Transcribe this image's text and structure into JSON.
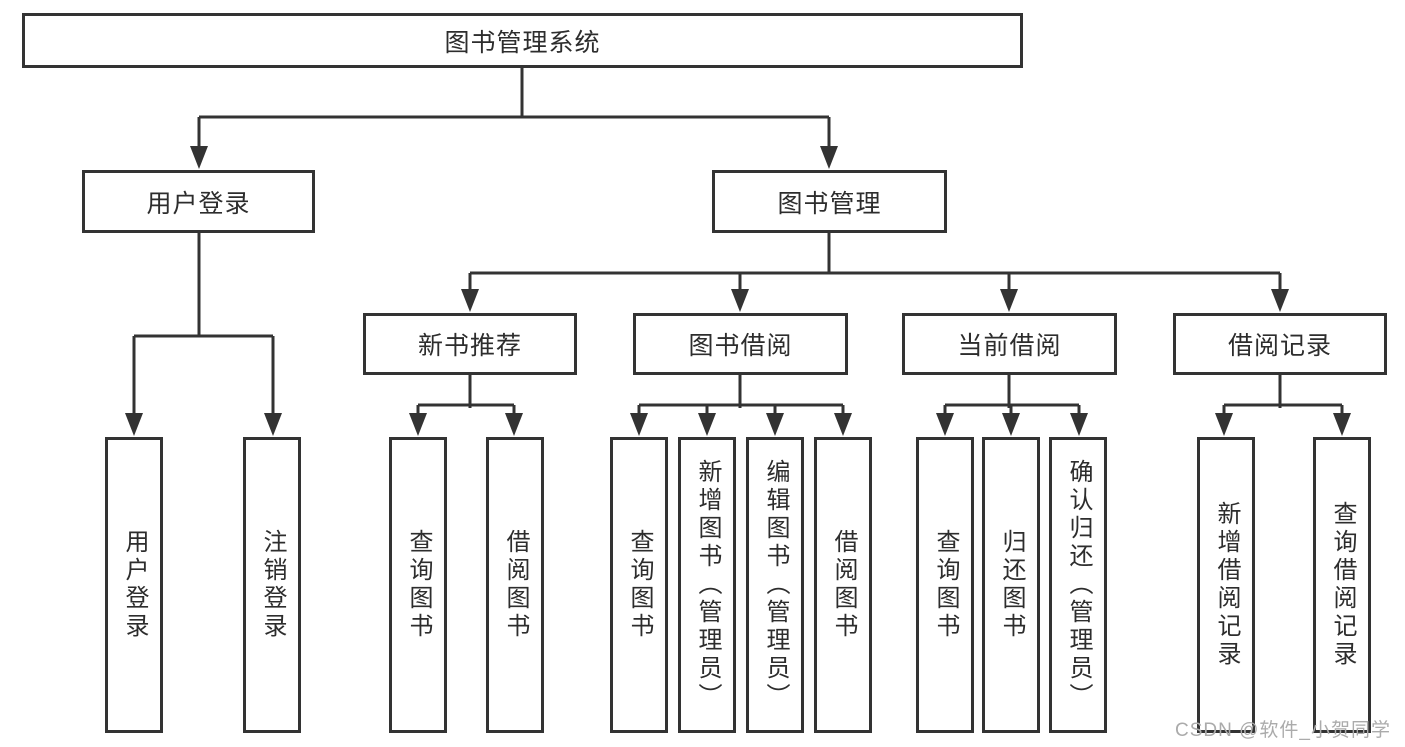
{
  "tree": {
    "label": "图书管理系统",
    "children": [
      {
        "label": "用户登录",
        "children": [
          {
            "label": "用户登录"
          },
          {
            "label": "注销登录"
          }
        ]
      },
      {
        "label": "图书管理",
        "children": [
          {
            "label": "新书推荐",
            "children": [
              {
                "label": "查询图书"
              },
              {
                "label": "借阅图书"
              }
            ]
          },
          {
            "label": "图书借阅",
            "children": [
              {
                "label": "查询图书"
              },
              {
                "label": "新增图书（管理员）"
              },
              {
                "label": "编辑图书（管理员）"
              },
              {
                "label": "借阅图书"
              }
            ]
          },
          {
            "label": "当前借阅",
            "children": [
              {
                "label": "查询图书"
              },
              {
                "label": "归还图书"
              },
              {
                "label": "确认归还（管理员）"
              }
            ]
          },
          {
            "label": "借阅记录",
            "children": [
              {
                "label": "新增借阅记录"
              },
              {
                "label": "查询借阅记录"
              }
            ]
          }
        ]
      }
    ]
  },
  "watermark": {
    "text": "CSDN @软件_小贺同学"
  },
  "colors": {
    "line": "#333333",
    "box_border": "#333333",
    "text": "#2d2d2d",
    "watermark": "#ababab",
    "background": "#ffffff"
  }
}
